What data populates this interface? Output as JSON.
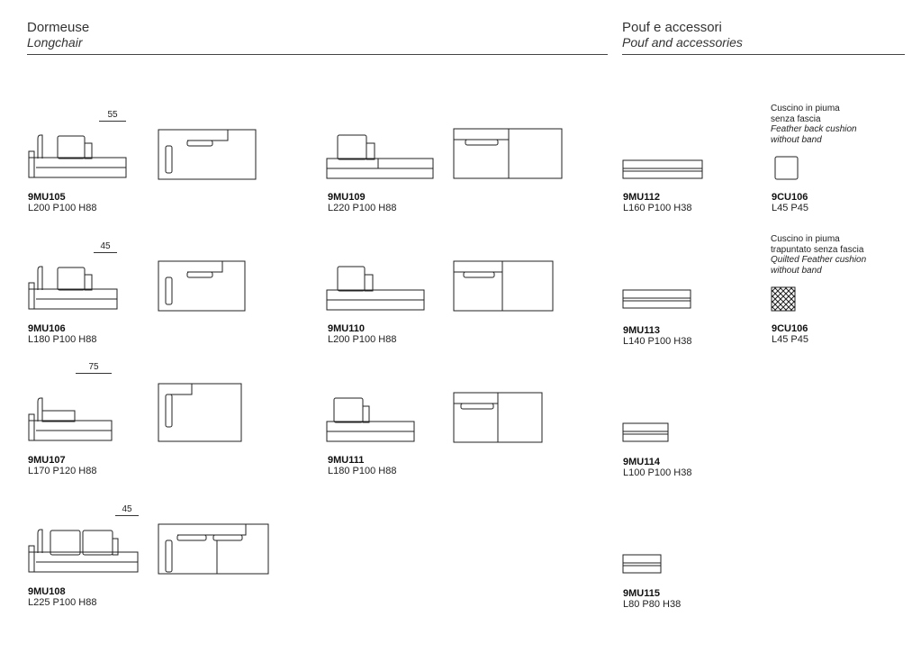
{
  "sections": {
    "longchair": {
      "title_it": "Dormeuse",
      "title_en": "Longchair"
    },
    "pouf": {
      "title_it": "Pouf e accessori",
      "title_en": "Pouf and accessories"
    }
  },
  "longchairs": [
    {
      "code": "9MU105",
      "dims": "L200 P100 H88",
      "depth_label": "55"
    },
    {
      "code": "9MU106",
      "dims": "L180 P100 H88",
      "depth_label": "45"
    },
    {
      "code": "9MU107",
      "dims": "L170 P120 H88",
      "depth_label": "75"
    },
    {
      "code": "9MU108",
      "dims": "L225 P100 H88",
      "depth_label": "45"
    },
    {
      "code": "9MU109",
      "dims": "L220 P100 H88"
    },
    {
      "code": "9MU110",
      "dims": "L200 P100 H88"
    },
    {
      "code": "9MU111",
      "dims": "L180 P100 H88"
    }
  ],
  "poufs": [
    {
      "code": "9MU112",
      "dims": "L160 P100 H38"
    },
    {
      "code": "9MU113",
      "dims": "L140 P100 H38"
    },
    {
      "code": "9MU114",
      "dims": "L100 P100 H38"
    },
    {
      "code": "9MU115",
      "dims": "L80 P80 H38"
    }
  ],
  "cushions": [
    {
      "code": "9CU106",
      "dims": "L45 P45",
      "desc_it_1": "Cuscino in piuma",
      "desc_it_2": "senza fascia",
      "desc_en_1": "Feather back cushion",
      "desc_en_2": "without band"
    },
    {
      "code": "9CU106",
      "dims": "L45 P45",
      "desc_it_1": "Cuscino in piuma",
      "desc_it_2": "trapuntato senza fascia",
      "desc_en_1": "Quilted Feather cushion",
      "desc_en_2": "without band"
    }
  ]
}
